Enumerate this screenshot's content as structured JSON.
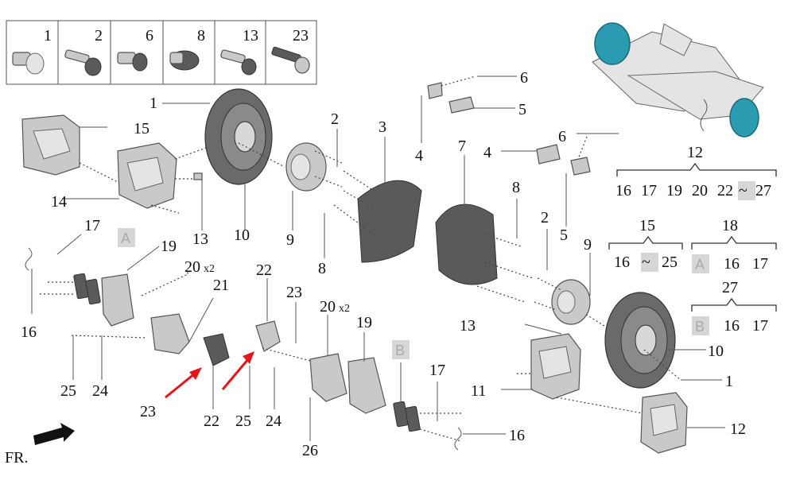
{
  "colors": {
    "arrow_red": "#e8141b",
    "highlight_teal": "#2a9bb0",
    "label_box": "#d6d6d6"
  },
  "fastener_table": [
    "1",
    "2",
    "6",
    "8",
    "13",
    "23"
  ],
  "callouts": {
    "c1a": "1",
    "c15a": "15",
    "c14": "14",
    "c10a": "10",
    "c13a": "13",
    "c2a": "2",
    "c3": "3",
    "c9a": "9",
    "c8a": "8",
    "c4a": "4",
    "c6a": "6",
    "c5a": "5",
    "c7": "7",
    "c4b": "4",
    "c6b": "6",
    "c8b": "8",
    "c2b": "2",
    "c5b": "5",
    "c9b": "9",
    "c17a": "17",
    "c19a": "19",
    "c20a": "20",
    "c20a_x": "x2",
    "c21": "21",
    "c16a": "16",
    "c25a": "25",
    "c24a": "24",
    "c23a": "23",
    "c22a": "22",
    "c22b": "22",
    "c23b": "23",
    "c20b": "20",
    "c20b_x": "x2",
    "c19b": "19",
    "c25b": "25",
    "c24b": "24",
    "c26": "26",
    "c17b": "17",
    "c16b": "16",
    "c13b": "13",
    "c11": "11",
    "c10b": "10",
    "c1b": "1",
    "c12b": "12"
  },
  "group_labels": {
    "A": "A",
    "B": "B"
  },
  "legend": {
    "g12": {
      "head": "12",
      "items": [
        "16",
        "17",
        "19",
        "20",
        "22"
      ],
      "tilde": "~",
      "last": "27"
    },
    "g15": {
      "head": "15",
      "from": "16",
      "tilde": "~",
      "to": "25"
    },
    "g18": {
      "head": "18",
      "box": "A",
      "items": [
        "16",
        "17"
      ]
    },
    "g27": {
      "head": "27",
      "box": "B",
      "items": [
        "16",
        "17"
      ]
    }
  },
  "direction": {
    "label": "FR."
  }
}
